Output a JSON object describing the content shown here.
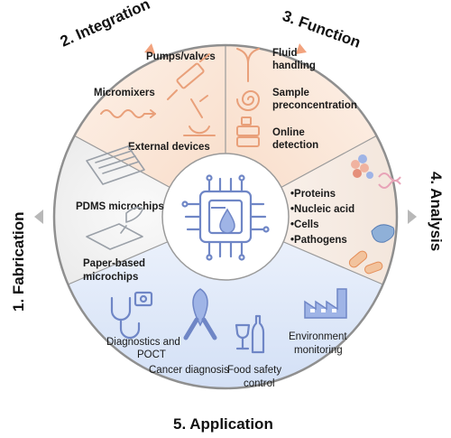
{
  "sections": {
    "fabrication": {
      "title": "1. Fabrication",
      "items": [
        "PDMS microchips",
        "Paper-based",
        "microchips"
      ]
    },
    "integration": {
      "title": "2. Integration",
      "items": [
        "Pumps/valves",
        "Micromixers",
        "External devices"
      ]
    },
    "function": {
      "title": "3. Function",
      "items": [
        "Fluid",
        "handling",
        "Sample",
        "preconcentration",
        "Online",
        "detection"
      ]
    },
    "analysis": {
      "title": "4. Analysis",
      "items": [
        "•Proteins",
        "•Nucleic acid",
        "•Cells",
        "•Pathogens"
      ]
    },
    "application": {
      "title": "5. Application",
      "items": [
        "Diagnostics and",
        "POCT",
        "Cancer diagnosis",
        "Food safety",
        "control",
        "Environment",
        "monitoring"
      ]
    }
  },
  "icons": {
    "center": "microchip-circuit-icon",
    "fabrication": [
      "pdms-chip-icon",
      "paper-chip-icon"
    ],
    "integration": [
      "syringe-pump-icon",
      "micromixer-icon",
      "microscope-icon"
    ],
    "function": [
      "fluid-split-icon",
      "spiral-icon",
      "detector-icon"
    ],
    "analysis": [
      "protein-icon",
      "dna-icon",
      "cell-icon",
      "bacteria-icon"
    ],
    "application": [
      "stethoscope-icon",
      "ribbon-icon",
      "wine-bottle-icon",
      "factory-icon"
    ]
  },
  "colors": {
    "fabrication": "#f1f1f1",
    "integration": "#fbe6d6",
    "function": "#fbe6d6",
    "analysis": "#f7efe9",
    "application": "#dde7f8",
    "ring": "#9a9a9a",
    "arrow": "#f2a37e",
    "arrow_grey": "#b8b8b8"
  }
}
